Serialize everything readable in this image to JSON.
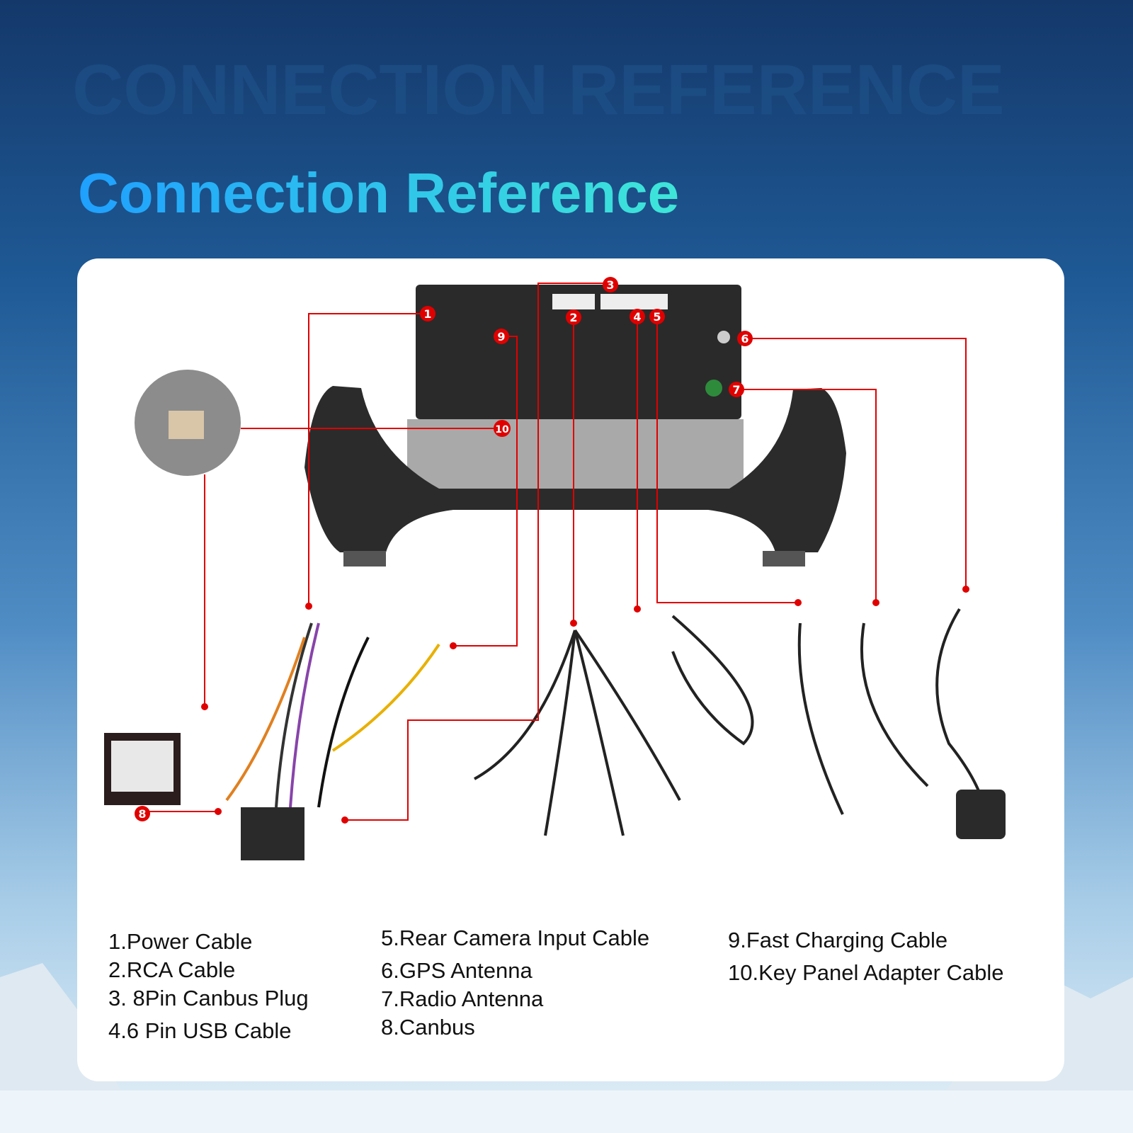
{
  "header": {
    "watermark": "CONNECTION REFERENCE",
    "title": "Connection Reference"
  },
  "markers": [
    "1",
    "2",
    "3",
    "4",
    "5",
    "6",
    "7",
    "8",
    "9",
    "10"
  ],
  "legend": {
    "col1": [
      "1.Power Cable",
      "2.RCA Cable",
      "3. 8Pin Canbus Plug",
      "4.6 Pin USB Cable"
    ],
    "col2": [
      "5.Rear Camera Input Cable",
      "6.GPS Antenna",
      "7.Radio Antenna",
      "8.Canbus"
    ],
    "col3": [
      "9.Fast Charging Cable",
      "10.Key Panel Adapter Cable"
    ]
  },
  "colors": {
    "callout": "#e00000",
    "title_start": "#1fa0ff",
    "title_end": "#3ee6d8"
  }
}
